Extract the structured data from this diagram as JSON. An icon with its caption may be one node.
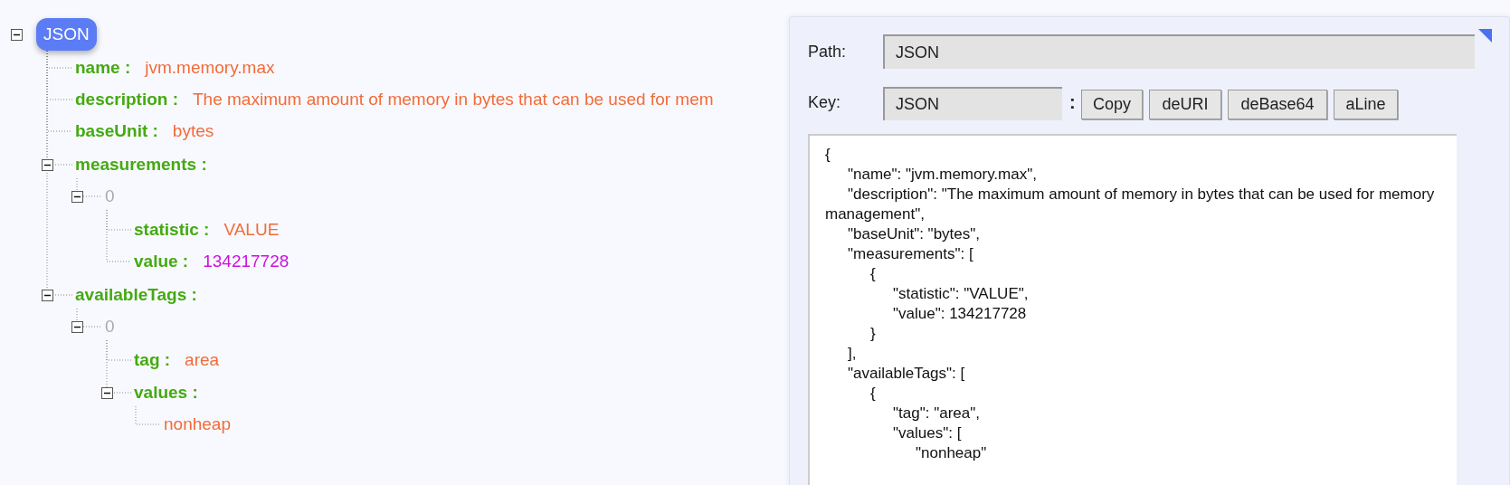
{
  "diagram": {
    "nodes": [
      {
        "text": [
          "JSON"
        ]
      },
      {
        "text": [
          "name :",
          "jvm.memory.max"
        ]
      },
      {
        "text": [
          "description :",
          "The maximum amount of memory in bytes that can be used for mem"
        ]
      },
      {
        "text": [
          "baseUnit :",
          "bytes"
        ]
      },
      {
        "text": [
          "measurements :"
        ]
      },
      {
        "text": [
          "0"
        ]
      },
      {
        "text": [
          "statistic :",
          "VALUE"
        ]
      },
      {
        "text": [
          "value :",
          "134217728"
        ]
      },
      {
        "text": [
          "availableTags :"
        ]
      },
      {
        "text": [
          "0"
        ]
      },
      {
        "text": [
          "tag :",
          "area"
        ]
      },
      {
        "text": [
          "values :"
        ]
      },
      {
        "text": [
          "nonheap"
        ]
      }
    ],
    "edges": [
      {
        "from": 0,
        "to": 1,
        "arrow": "none",
        "style": "dashed"
      },
      {
        "from": 0,
        "to": 2,
        "arrow": "none",
        "style": "dashed"
      },
      {
        "from": 0,
        "to": 3,
        "arrow": "none",
        "style": "dashed"
      },
      {
        "from": 0,
        "to": 4,
        "arrow": "none",
        "style": "dashed"
      },
      {
        "from": 4,
        "to": 5,
        "arrow": "none",
        "style": "dashed"
      },
      {
        "from": 5,
        "to": 6,
        "arrow": "none",
        "style": "dashed"
      },
      {
        "from": 5,
        "to": 7,
        "arrow": "none",
        "style": "dashed"
      },
      {
        "from": 0,
        "to": 8,
        "arrow": "none",
        "style": "dashed"
      },
      {
        "from": 8,
        "to": 9,
        "arrow": "none",
        "style": "dashed"
      },
      {
        "from": 9,
        "to": 10,
        "arrow": "none",
        "style": "dashed"
      },
      {
        "from": 9,
        "to": 11,
        "arrow": "none",
        "style": "dashed"
      },
      {
        "from": 11,
        "to": 12,
        "arrow": "none",
        "style": "dashed"
      }
    ],
    "labels": [
      "Path:",
      "JSON",
      "Key:",
      "JSON",
      ":",
      "Copy",
      "deURI",
      "deBase64",
      "aLine",
      "{",
      "\"name\": \"jvm.memory.max\",",
      "\"description\": \"The maximum amount of memory in bytes that can be used for memory management\",",
      "\"baseUnit\": \"bytes\",",
      "\"measurements\": [",
      "{",
      "\"statistic\": \"VALUE\",",
      "\"value\": 134217728",
      "}",
      "],",
      "\"availableTags\": [",
      "{",
      "\"tag\": \"area\",",
      "\"values\": [",
      "\"nonheap\""
    ]
  }
}
